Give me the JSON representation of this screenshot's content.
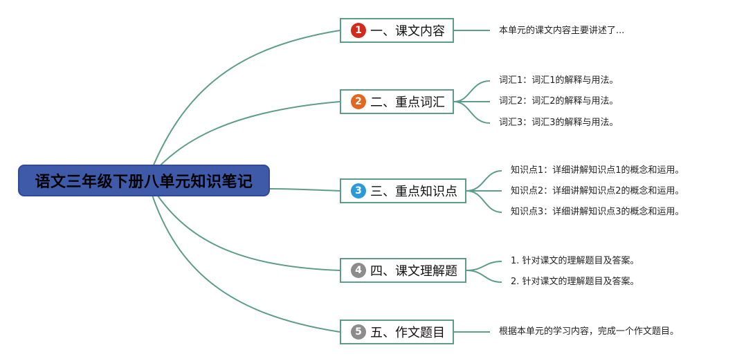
{
  "root": {
    "title": "语文三年级下册八单元知识笔记"
  },
  "branches": [
    {
      "number": "1",
      "badge_color": "#d32a1e",
      "label": "一、课文内容",
      "items": [
        "本单元的课文内容主要讲述了..."
      ]
    },
    {
      "number": "2",
      "badge_color": "#e2661f",
      "label": "二、重点词汇",
      "items": [
        "词汇1：词汇1的解释与用法。",
        "词汇2：词汇2的解释与用法。",
        "词汇3：词汇3的解释与用法。"
      ]
    },
    {
      "number": "3",
      "badge_color": "#2a9bd6",
      "label": "三、重点知识点",
      "items": [
        "知识点1：详细讲解知识点1的概念和运用。",
        "知识点2：详细讲解知识点2的概念和运用。",
        "知识点3：详细讲解知识点3的概念和运用。"
      ]
    },
    {
      "number": "4",
      "badge_color": "#8c8c8c",
      "label": "四、课文理解题",
      "items": [
        "1. 针对课文的理解题目及答案。",
        "2. 针对课文的理解题目及答案。"
      ]
    },
    {
      "number": "5",
      "badge_color": "#8c8c8c",
      "label": "五、作文题目",
      "items": [
        "根据本单元的学习内容，完成一个作文题目。"
      ]
    }
  ],
  "colors": {
    "connector": "#5e9c8a",
    "root_fill": "#3f5aa8"
  }
}
